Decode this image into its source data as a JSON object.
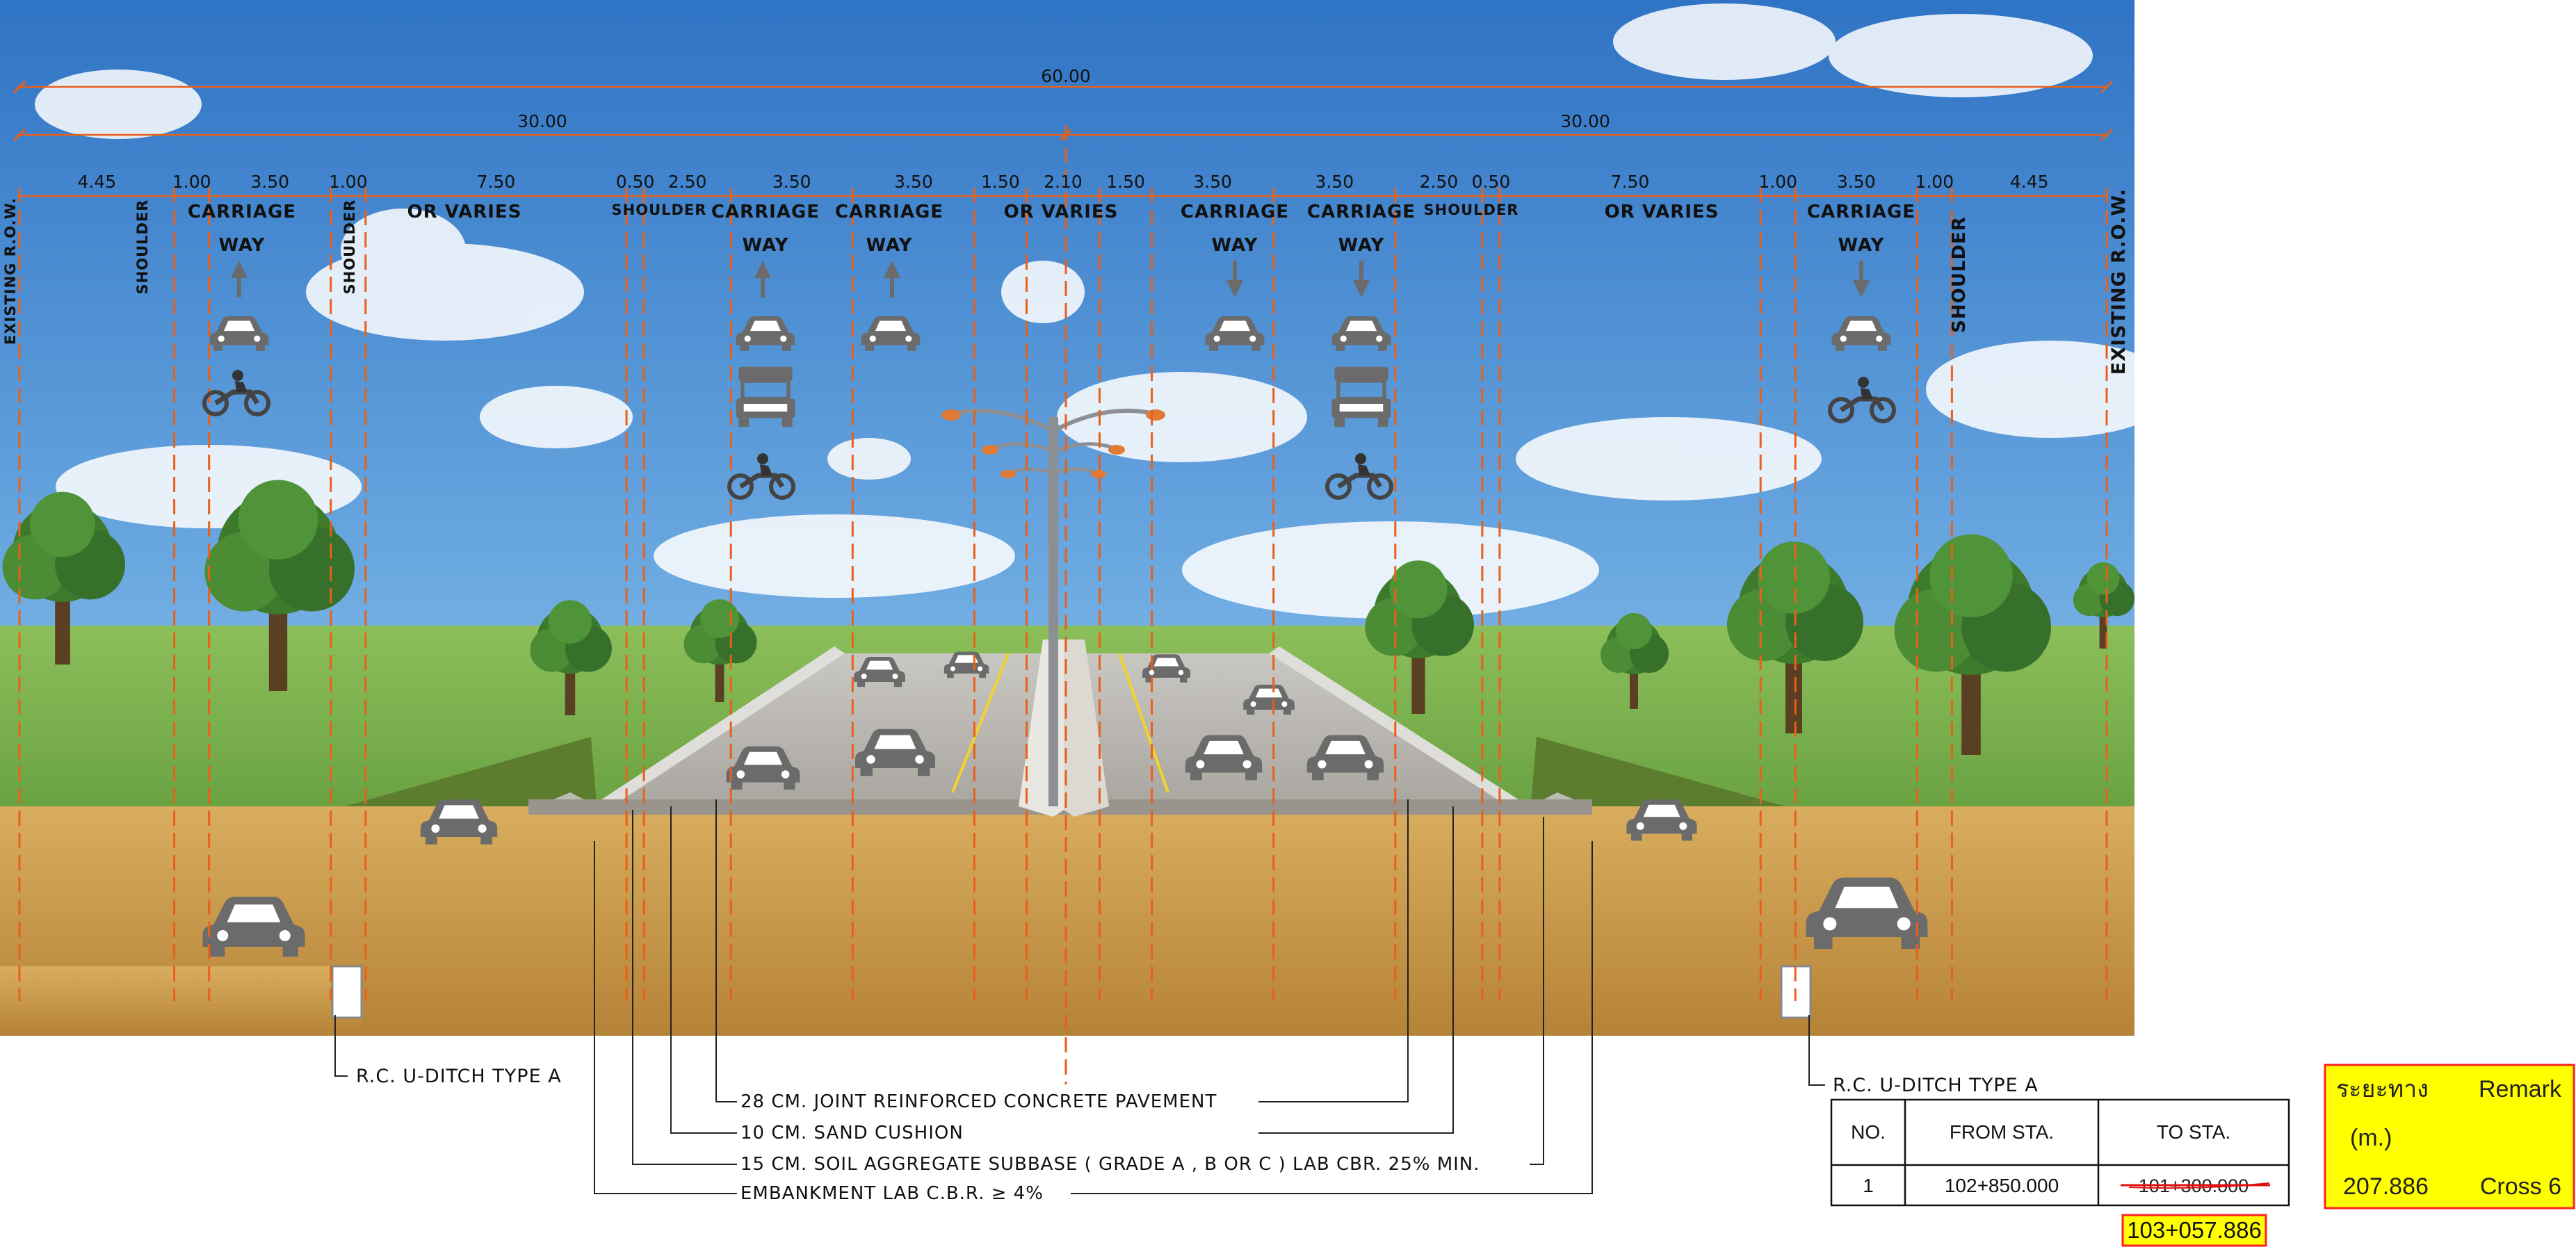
{
  "overall_width": "60.00",
  "half_widths": [
    "30.00",
    "30.00"
  ],
  "segments": [
    "4.45",
    "1.00",
    "3.50",
    "1.00",
    "7.50",
    "0.50",
    "2.50",
    "3.50",
    "3.50",
    "1.50",
    "2.10",
    "1.50",
    "3.50",
    "3.50",
    "2.50",
    "0.50",
    "7.50",
    "1.00",
    "3.50",
    "1.00",
    "4.45"
  ],
  "lane_labels": {
    "carriage": "CARRIAGE",
    "way": "WAY",
    "or_varies": "OR VARIES",
    "shoulder": "SHOULDER",
    "existing_row": "EXISTING R.O.W."
  },
  "callouts": {
    "ditch_left": "R.C.   U-DITCH TYPE A",
    "ditch_right": "R.C.   U-DITCH TYPE A",
    "layers": [
      "28 CM. JOINT REINFORCED CONCRETE PAVEMENT",
      "10 CM. SAND CUSHION",
      "15 CM. SOIL AGGREGATE SUBBASE ( GRADE A , B OR C ) LAB CBR. 25% MIN.",
      "EMBANKMENT LAB C.B.R. ≥ 4%"
    ]
  },
  "table": {
    "headers": [
      "NO.",
      "FROM STA.",
      "TO STA."
    ],
    "row": [
      "1",
      "102+850.000",
      "101+300.000"
    ]
  },
  "new_station": "103+057.886",
  "remark_box": {
    "distance_label": "ระยะทาง",
    "remark_label": "Remark",
    "unit": "(m.)",
    "distance_value": "207.886",
    "remark_value": "Cross 6"
  },
  "colors": {
    "dimension": "#e8601a",
    "sky": "#4a8fd4",
    "grass": "#6fa544",
    "soil": "#c79a4e",
    "highlight": "#ffff00",
    "highlight_border": "#ff0000"
  },
  "icons": [
    "arrow-up-icon",
    "arrow-down-icon",
    "car-icon",
    "truck-icon",
    "motorcycle-icon",
    "street-light-icon",
    "tree-icon"
  ]
}
